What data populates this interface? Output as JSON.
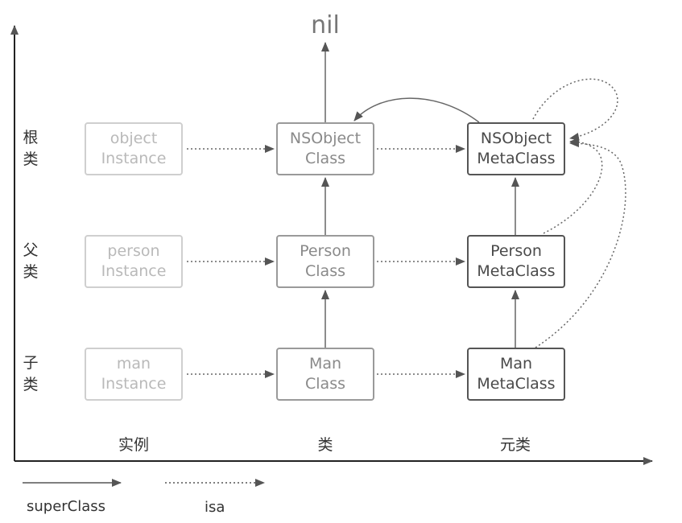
{
  "top": {
    "nil": "nil"
  },
  "rows": {
    "root": [
      "根",
      "类"
    ],
    "parent": [
      "父",
      "类"
    ],
    "child": [
      "子",
      "类"
    ]
  },
  "columns": {
    "instance": "实例",
    "class": "类",
    "metaclass": "元类"
  },
  "boxes": {
    "root_instance": [
      "object",
      "Instance"
    ],
    "root_class": [
      "NSObject",
      "Class"
    ],
    "root_meta": [
      "NSObject",
      "MetaClass"
    ],
    "parent_instance": [
      "person",
      "Instance"
    ],
    "parent_class": [
      "Person",
      "Class"
    ],
    "parent_meta": [
      "Person",
      "MetaClass"
    ],
    "child_instance": [
      "man",
      "Instance"
    ],
    "child_class": [
      "Man",
      "Class"
    ],
    "child_meta": [
      "Man",
      "MetaClass"
    ]
  },
  "legend": {
    "superclass": "superClass",
    "isa": "isa"
  },
  "colors": {
    "instance_border": "#cfcfcf",
    "class_border": "#9a9a9a",
    "meta_border": "#555555",
    "arrow": "#666666"
  }
}
